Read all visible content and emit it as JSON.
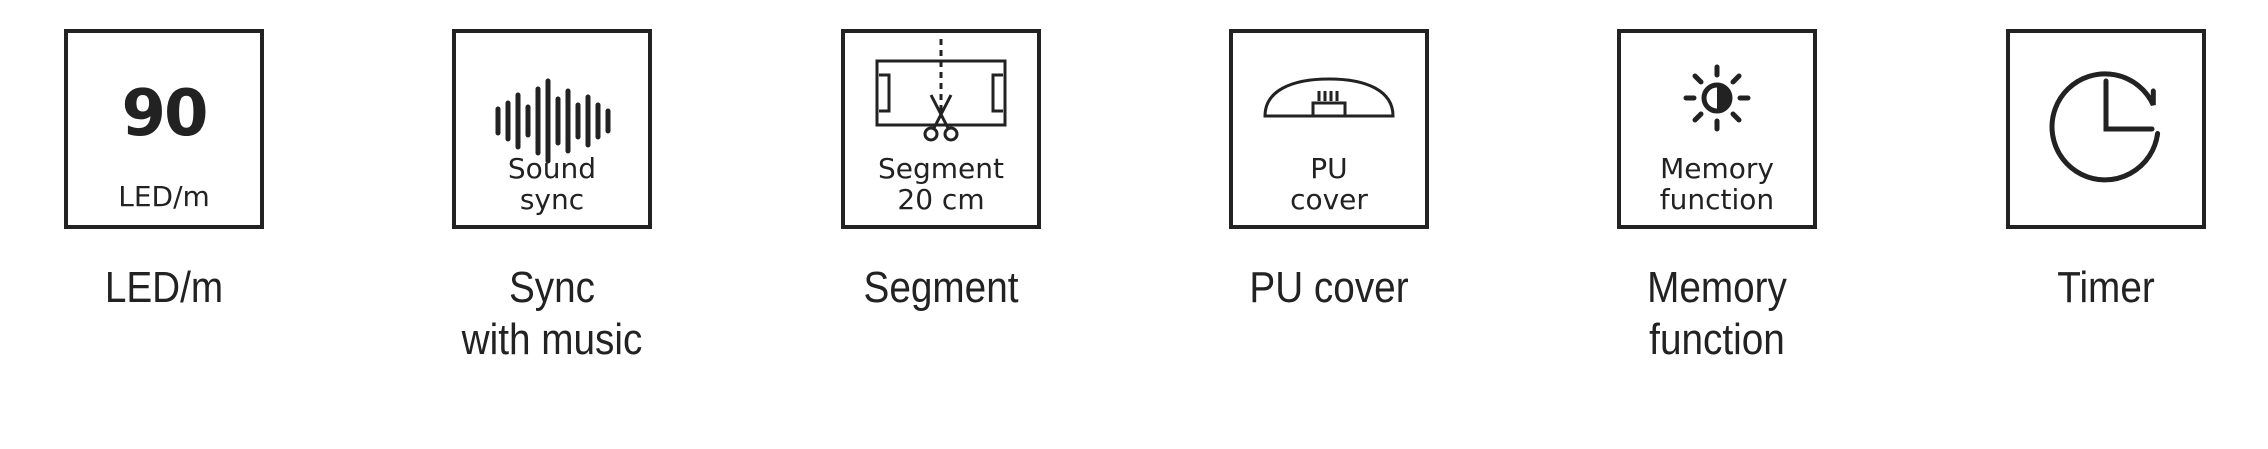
{
  "features": [
    {
      "id": "led-density",
      "icon": "number-badge",
      "box_number": "90",
      "box_text": [
        "LED/m"
      ],
      "caption": [
        "LED/m"
      ]
    },
    {
      "id": "sound-sync",
      "icon": "sound-wave-icon",
      "box_text": [
        "Sound",
        "sync"
      ],
      "caption": [
        "Sync",
        "with music"
      ]
    },
    {
      "id": "segment",
      "icon": "segment-scissors-icon",
      "box_text": [
        "Segment",
        "20 cm"
      ],
      "caption": [
        "Segment"
      ]
    },
    {
      "id": "pu-cover",
      "icon": "pu-cover-icon",
      "box_text": [
        "PU",
        "cover"
      ],
      "caption": [
        "PU cover"
      ]
    },
    {
      "id": "memory-function",
      "icon": "sun-memory-icon",
      "box_text": [
        "Memory",
        "function"
      ],
      "caption": [
        "Memory",
        "function"
      ]
    },
    {
      "id": "timer",
      "icon": "clock-icon",
      "box_text": [],
      "caption": [
        "Timer"
      ]
    }
  ],
  "colors": {
    "stroke": "#222222",
    "background": "#ffffff"
  }
}
